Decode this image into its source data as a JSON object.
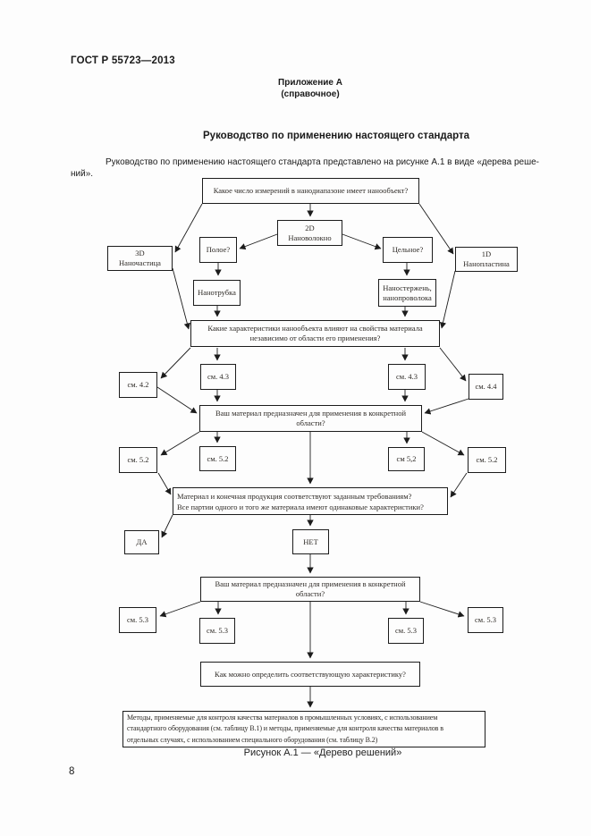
{
  "page": {
    "standard_number": "ГОСТ Р 55723—2013",
    "page_number": "8"
  },
  "annex": {
    "label": "Приложение А",
    "type": "(справочное)",
    "title": "Руководство по применению настоящего стандарта",
    "paragraph_line1": "Руководство по применению настоящего стандарта представлено на рисунке А.1 в виде «дерева реше-",
    "paragraph_line2": "ний»."
  },
  "figure": {
    "caption": "Рисунок А.1 — «Дерево решений»",
    "boxes": {
      "dimensions_question": "Какое число измерений в нанодиапазоне имеет нанообъект?",
      "fiber_2d": "2D\nНановолокно",
      "particle_3d": "3D\nНаночастица",
      "plate_1d": "1D\nНанопластина",
      "hollow": "Полое?",
      "solid": "Цельное?",
      "nanotube": "Нанотрубка",
      "nanorod": "Наностержень,\nнанопроволока",
      "characteristics_question": "Какие характеристики нанообъекта влияют на свойства материала\nнезависимо от области его применения?",
      "see_4_2": "см. 4.2",
      "see_4_3_left": "см. 4.3",
      "see_4_3_right": "см. 4.3",
      "see_4_4": "см. 4.4",
      "specific_area_question_1": "Ваш материал предназначен для применения в конкретной\nобласти?",
      "see_5_2_outer_left": "см. 5.2",
      "see_5_2_inner_left": "см. 5.2",
      "see_5_2_inner_right": "см 5,2",
      "see_5_2_outer_right": "см. 5.2",
      "requirements_question": "Материал и конечная продукция соответствуют заданным требованиям?\nВсе партии одного и того же материала имеют одинаковые характеристики?",
      "yes": "ДА",
      "no": "НЕТ",
      "specific_area_question_2": "Ваш материал предназначен для применения в конкретной\nобласти?",
      "see_5_3_outer_left": "см. 5.3",
      "see_5_3_inner_left": "см. 5.3",
      "see_5_3_inner_right": "см. 5.3",
      "see_5_3_outer_right": "см. 5.3",
      "determine_question": "Как можно определить соответствующую характеристику?",
      "methods": "Методы, применяемые для контроля качества материалов в промышленных условиях, с использованием\nстандартного оборудования (см. таблицу В.1) и методы, применяемые для контроля качества материалов в\nотдельных случаях, с использованием специального оборудования (см. таблицу В.2)"
    }
  }
}
